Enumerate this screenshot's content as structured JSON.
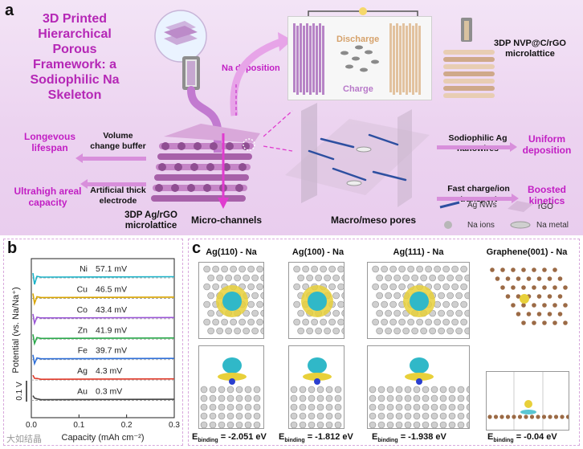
{
  "panel_a": {
    "label": "a",
    "title": "3D Printed Hierarchical Porous Framework: a Sodiophilic Na Skeleton",
    "na_deposition": "Na deposition",
    "discharge": "Discharge",
    "charge": "Charge",
    "nvp_label": "3DP NVP@C/rGO microlattice",
    "longevous": "Longevous lifespan",
    "volume_buffer": "Volume change buffer",
    "ultrahigh": "Ultrahigh areal capacity",
    "artificial": "Artificial thick electrode",
    "agrgo_label": "3DP Ag/rGO microlattice",
    "micro_channels": "Micro-channels",
    "macro_meso": "Macro/meso pores",
    "sodiophilic": "Sodiophilic Ag nanowires",
    "uniform": "Uniform deposition",
    "fast": "Fast charge/ion transport",
    "boosted": "Boosted kinetics",
    "legend": {
      "ag_nws": "Ag NWs",
      "rgo": "rGO",
      "na_ions": "Na ions",
      "na_metal": "Na metal"
    },
    "colors": {
      "accent": "#c21fc4",
      "lattice": "#b86ab8",
      "nvp": "#e3c6a6",
      "ag_nw": "#2d4fa0"
    }
  },
  "panel_b": {
    "label": "b"
  },
  "panel_c": {
    "label": "c",
    "columns": [
      {
        "title": "Ag(110) - Na",
        "e_prefix": "E",
        "e_sub": "binding",
        "e_value": "= -2.051 eV"
      },
      {
        "title": "Ag(100) - Na",
        "e_prefix": "E",
        "e_sub": "binding",
        "e_value": "= -1.812 eV"
      },
      {
        "title": "Ag(111) - Na",
        "e_prefix": "E",
        "e_sub": "binding",
        "e_value": "= -1.938 eV"
      },
      {
        "title": "Graphene(001) - Na",
        "e_prefix": "E",
        "e_sub": "binding",
        "e_value": "= -0.04 eV"
      }
    ]
  },
  "watermark": "大如结晶",
  "chart_data": {
    "type": "line",
    "title": "",
    "xlabel": "Capacity (mAh cm⁻²)",
    "ylabel": "Potential (vs. Na/Na⁺)",
    "xlim": [
      0,
      0.3
    ],
    "xticks": [
      "0.0",
      "0.1",
      "0.2",
      "0.3"
    ],
    "scale_bar": "0.1 V",
    "series": [
      {
        "name": "Ni",
        "overpotential": "57.1 mV",
        "color": "#1bb3c8"
      },
      {
        "name": "Cu",
        "overpotential": "46.5 mV",
        "color": "#d8a400"
      },
      {
        "name": "Co",
        "overpotential": "43.4 mV",
        "color": "#9a55d6"
      },
      {
        "name": "Zn",
        "overpotential": "41.9 mV",
        "color": "#2aa84a"
      },
      {
        "name": "Fe",
        "overpotential": "39.7 mV",
        "color": "#2f6fd8"
      },
      {
        "name": "Ag",
        "overpotential": "4.3 mV",
        "color": "#e03a2a"
      },
      {
        "name": "Au",
        "overpotential": "0.3 mV",
        "color": "#444444"
      }
    ]
  }
}
